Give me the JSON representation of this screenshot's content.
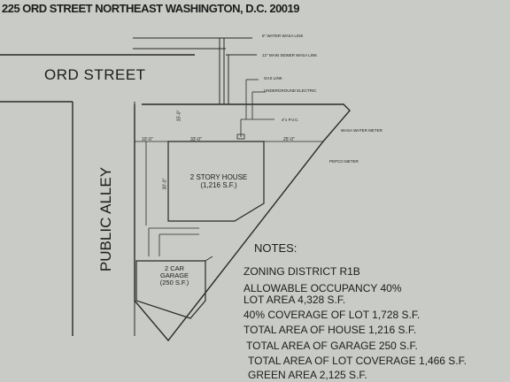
{
  "header": {
    "address": "225 ORD STREET NORTHEAST WASHINGTON, D.C. 20019"
  },
  "streets": {
    "street": "ORD STREET",
    "alley": "PUBLIC ALLEY"
  },
  "utilities": {
    "water_line": "6\" WATER WASA LINK",
    "sewer_line": "12\" MAIN SEWER WASA LINK",
    "gas_line": "GAS LINK",
    "electric": "UNDERGROUND ELECTRIC",
    "pvc": "4\"x P.V.C.",
    "water_meter": "WASA WATER METER",
    "pepco_meter": "PEPCO METER"
  },
  "dimensions": {
    "d1": "10'-0\"",
    "d2": "33'-0\"",
    "d3": "25'-0\"",
    "d4": "15'-0\"",
    "d5": "30'-0\""
  },
  "house": {
    "line1": "2 STORY HOUSE",
    "line2": "(1,216 S.F.)"
  },
  "garage": {
    "line1": "2 CAR",
    "line2": "GARAGE",
    "line3": "(250 S.F.)"
  },
  "notes": {
    "heading": "NOTES:",
    "zoning": "ZONING DISTRICT  R1B",
    "occupancy": "ALLOWABLE OCCUPANCY  40%",
    "lot_area": "LOT AREA    4,328 S.F.",
    "coverage": "40% COVERAGE OF LOT   1,728 S.F.",
    "house_area": "TOTAL AREA OF HOUSE   1,216 S.F.",
    "garage_area": "TOTAL AREA OF GARAGE     250  S.F.",
    "lot_coverage": "TOTAL AREA OF LOT COVERAGE    1,466  S.F.",
    "green_area": "GREEN AREA   2,125 S.F."
  }
}
